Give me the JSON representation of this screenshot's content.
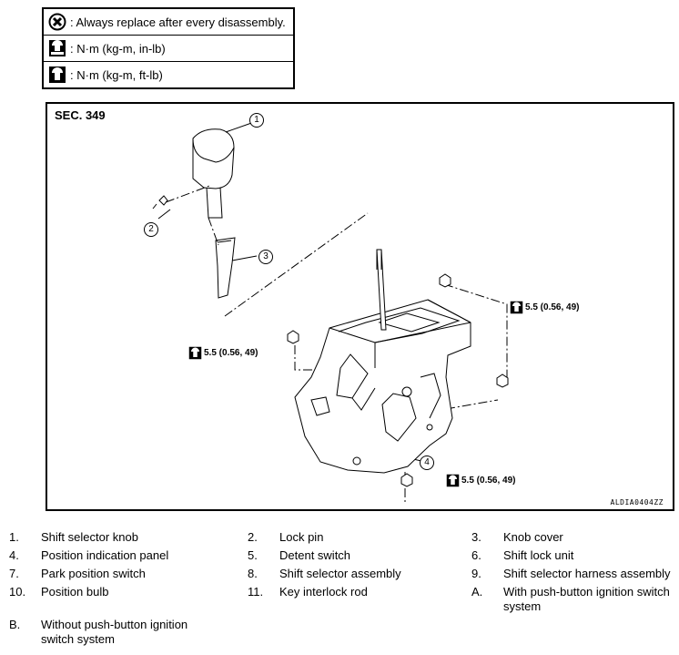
{
  "legend": [
    {
      "icon": "x-circle-icon",
      "text": "Always replace after every disassembly."
    },
    {
      "icon": "torque-wrench-icon",
      "text": "N·m (kg-m, in-lb)"
    },
    {
      "icon": "torque-wrench-icon",
      "text": "N·m (kg-m, ft-lb)"
    }
  ],
  "diagram": {
    "section": "SEC. 349",
    "code": "ALDIA0404ZZ",
    "callouts": [
      "1",
      "2",
      "3",
      "4"
    ],
    "torque_values": [
      "5.5 (0.56, 49)",
      "5.5 (0.56, 49)",
      "5.5 (0.56, 49)"
    ]
  },
  "parts": [
    {
      "num": "1.",
      "name": "Shift selector knob"
    },
    {
      "num": "2.",
      "name": "Lock pin"
    },
    {
      "num": "3.",
      "name": "Knob cover"
    },
    {
      "num": "4.",
      "name": "Position indication panel"
    },
    {
      "num": "5.",
      "name": "Detent switch"
    },
    {
      "num": "6.",
      "name": "Shift lock unit"
    },
    {
      "num": "7.",
      "name": "Park position switch"
    },
    {
      "num": "8.",
      "name": "Shift selector assembly"
    },
    {
      "num": "9.",
      "name": "Shift selector harness assembly"
    },
    {
      "num": "10.",
      "name": "Position bulb"
    },
    {
      "num": "11.",
      "name": "Key interlock rod"
    },
    {
      "num": "A.",
      "name": "With push-button ignition switch system"
    },
    {
      "num": "B.",
      "name": "Without push-button ignition switch system"
    }
  ]
}
